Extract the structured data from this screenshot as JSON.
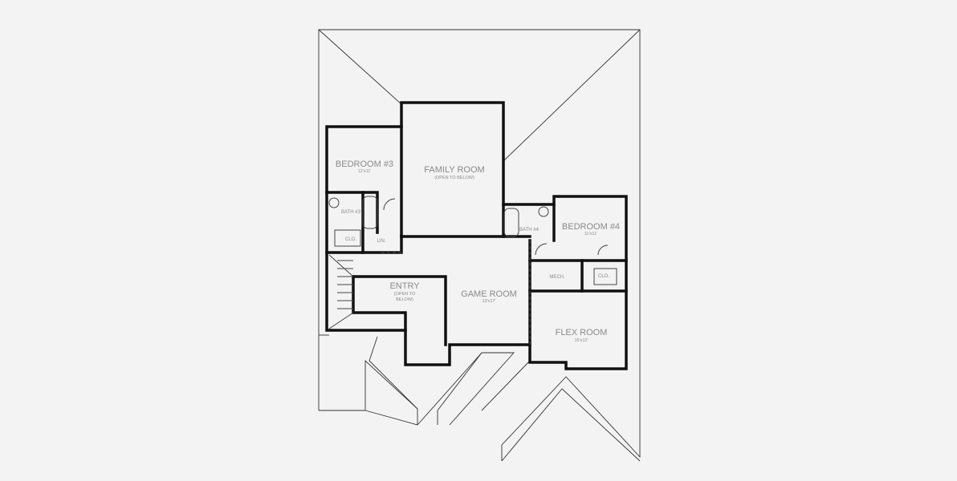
{
  "rooms": {
    "bedroom3": {
      "name": "BEDROOM #3",
      "size": "12'x11'"
    },
    "family_room": {
      "name": "FAMILY ROOM",
      "note": "(OPEN TO BELOW)"
    },
    "bath3": {
      "name": "BATH #3"
    },
    "clo1": {
      "name": "CLO."
    },
    "lin": {
      "name": "LIN."
    },
    "entry": {
      "name": "ENTRY",
      "note1": "(OPEN TO",
      "note2": "BELOW)"
    },
    "game_room": {
      "name": "GAME ROOM",
      "size": "13'x17'"
    },
    "bath4": {
      "name": "BATH #4"
    },
    "bedroom4": {
      "name": "BEDROOM #4",
      "size": "11'x11'"
    },
    "mech": {
      "name": "MECH."
    },
    "clo2": {
      "name": "CLO."
    },
    "flex_room": {
      "name": "FLEX ROOM",
      "size": "15'x12'"
    }
  }
}
